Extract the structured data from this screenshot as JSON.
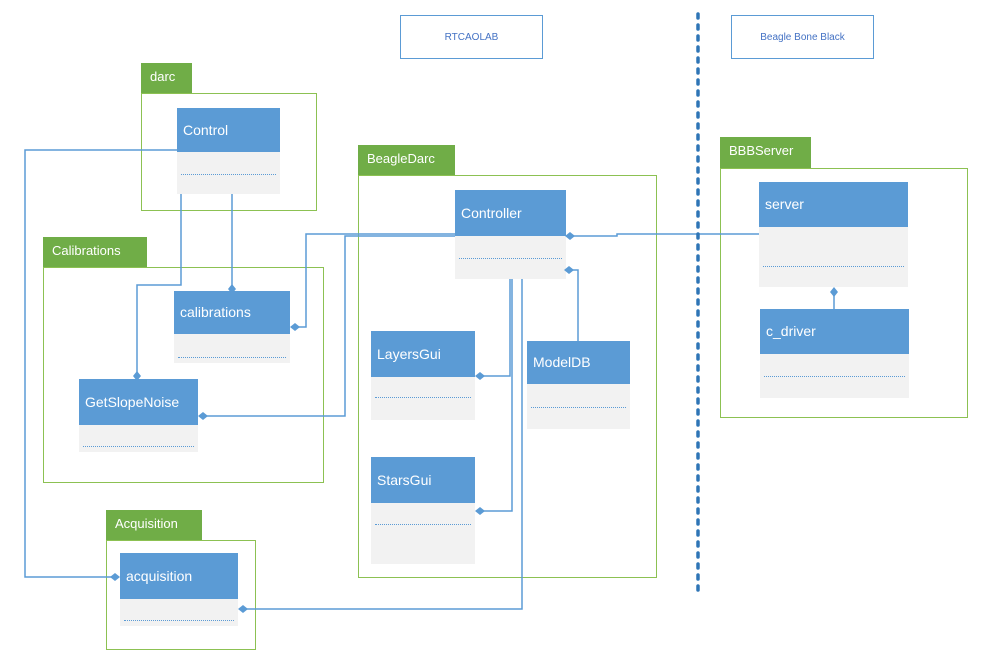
{
  "headers": {
    "rtcaolab": "RTCAOLAB",
    "beaglebone": "Beagle Bone Black"
  },
  "packages": {
    "darc": "darc",
    "calibrations": "Calibrations",
    "acquisition": "Acquisition",
    "beagledarc": "BeagleDarc",
    "bbbserver": "BBBServer"
  },
  "classes": {
    "control": "Control",
    "calibrations": "calibrations",
    "getslopenoise": "GetSlopeNoise",
    "acquisition": "acquisition",
    "controller": "Controller",
    "layersgui": "LayersGui",
    "modeldb": "ModelDB",
    "starsgui": "StarsGui",
    "server": "server",
    "c_driver": "c_driver"
  },
  "colors": {
    "package_border": "#8cc152",
    "package_tab": "#70ad47",
    "class_header": "#5b9bd5",
    "class_body": "#f2f2f2",
    "connector": "#5b9bd5",
    "separator": "#2e75b6"
  }
}
